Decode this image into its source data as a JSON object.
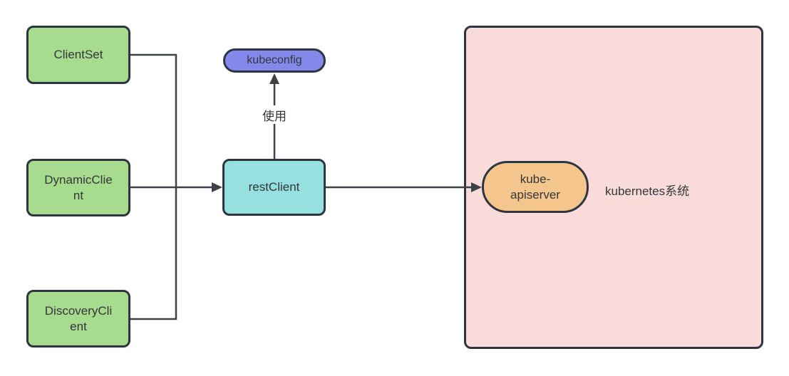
{
  "nodes": {
    "clientset": "ClientSet",
    "dynamic_client": "DynamicClie\nnt",
    "discovery_client": "DiscoveryCli\nent",
    "rest_client": "restClient",
    "kubeconfig": "kubeconfig",
    "kube_apiserver": "kube-\napiserver"
  },
  "labels": {
    "use": "使用",
    "kubernetes_system": "kubernetes系统"
  },
  "colors": {
    "green": "#a7db8d",
    "cyan": "#96e0e0",
    "purple": "#8289ea",
    "orange": "#f5c58e",
    "pink": "#f9dcda",
    "border": "#2f3540",
    "line": "#3d4248",
    "text": "#33363b",
    "bg": "#ffffff"
  }
}
